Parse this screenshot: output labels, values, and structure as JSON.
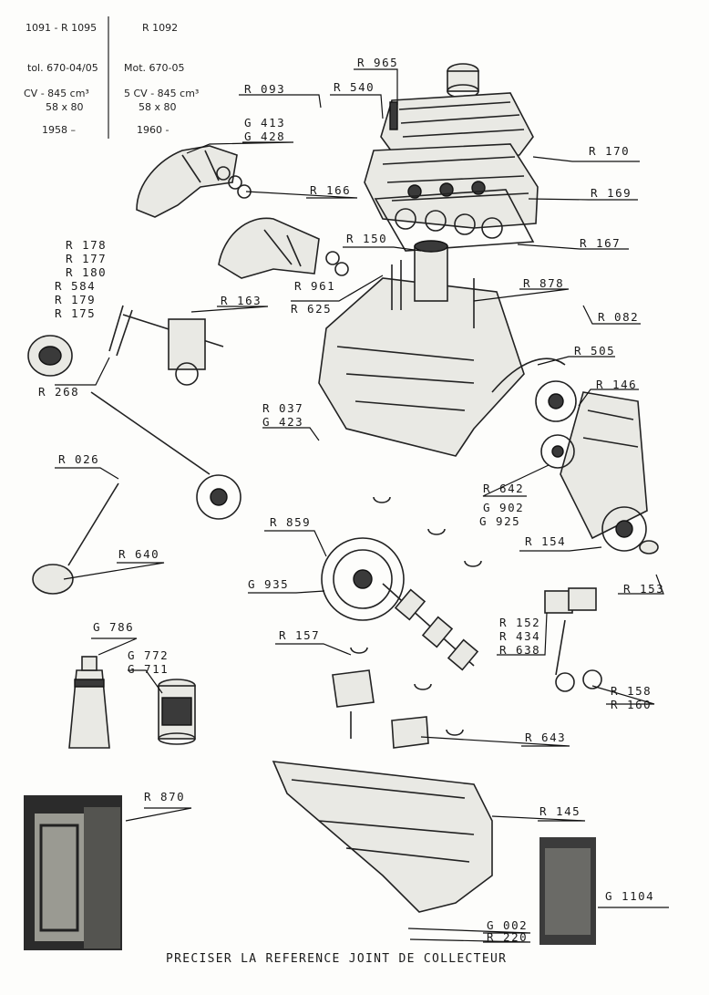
{
  "header": {
    "col1": [
      "1091 - R 1095",
      "tol. 670-04/05",
      "CV - 845 cm³",
      "58 x 80",
      "1958 –"
    ],
    "col2": [
      "R 1092",
      "Mot. 670-05",
      "5 CV - 845 cm³",
      "58 x 80",
      "1960 -"
    ]
  },
  "references": [
    "R 965",
    "R 093",
    "R 540",
    "G 413",
    "G 428",
    "R 170",
    "R 166",
    "R 169",
    "R 150",
    "R 167",
    "R 178",
    "R 177",
    "R 180",
    "R 584",
    "R 179",
    "R 175",
    "R 961",
    "R 625",
    "R 878",
    "R 163",
    "R 082",
    "R 505",
    "R 268",
    "R 146",
    "R 037",
    "G 423",
    "R 026",
    "R 642",
    "G 902",
    "G 925",
    "R 859",
    "R 154",
    "R 640",
    "G 935",
    "R 153",
    "R 152",
    "R 434",
    "R 638",
    "R 157",
    "G 786",
    "G 772",
    "G 711",
    "R 158",
    "R 160",
    "R 643",
    "R 870",
    "R 145",
    "G 1104",
    "G 002",
    "R 220"
  ],
  "footer": "PRECISER LA REFERENCE JOINT DE COLLECTEUR"
}
